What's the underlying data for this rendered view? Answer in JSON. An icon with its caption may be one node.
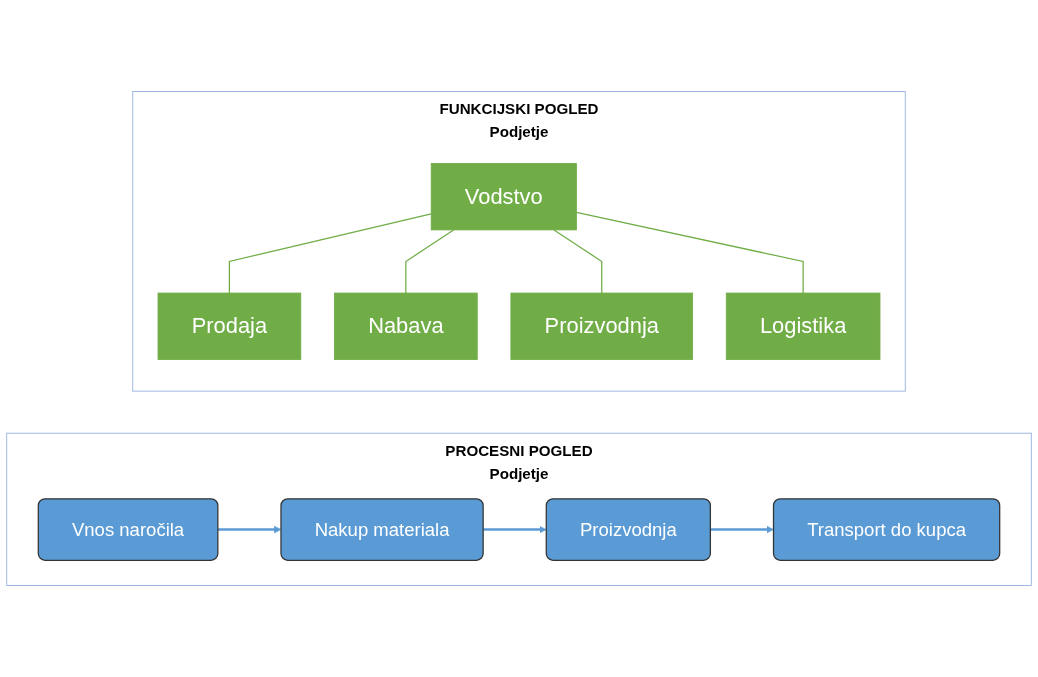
{
  "diagram": {
    "nodes": [
      {
        "text": [
          "FUNKCIJSKI POGLED",
          "Podjetje"
        ]
      },
      {
        "text": [
          "Vodstvo"
        ],
        "in": 0
      },
      {
        "text": [
          "Prodaja"
        ],
        "in": 0
      },
      {
        "text": [
          "Nabava"
        ],
        "in": 0
      },
      {
        "text": [
          "Proizvodnja"
        ],
        "in": 0
      },
      {
        "text": [
          "Logistika"
        ],
        "in": 0
      },
      {
        "text": [
          "PROCESNI POGLED",
          "Podjetje"
        ]
      },
      {
        "text": [
          "Vnos naročila"
        ],
        "in": 6
      },
      {
        "text": [
          "Nakup materiala"
        ],
        "in": 6
      },
      {
        "text": [
          "Proizvodnja"
        ],
        "in": 6
      },
      {
        "text": [
          "Transport do kupca"
        ],
        "in": 6
      }
    ],
    "edges": [
      {
        "from": 1,
        "to": 2,
        "arrow": "none"
      },
      {
        "from": 1,
        "to": 3,
        "arrow": "none"
      },
      {
        "from": 1,
        "to": 4,
        "arrow": "none"
      },
      {
        "from": 1,
        "to": 5,
        "arrow": "none"
      },
      {
        "from": 7,
        "to": 8,
        "arrow": "to",
        "color": "#5b9bd5"
      },
      {
        "from": 8,
        "to": 9,
        "arrow": "to",
        "color": "#5b9bd5"
      },
      {
        "from": 9,
        "to": 10,
        "arrow": "to",
        "color": "#5b9bd5"
      }
    ]
  }
}
